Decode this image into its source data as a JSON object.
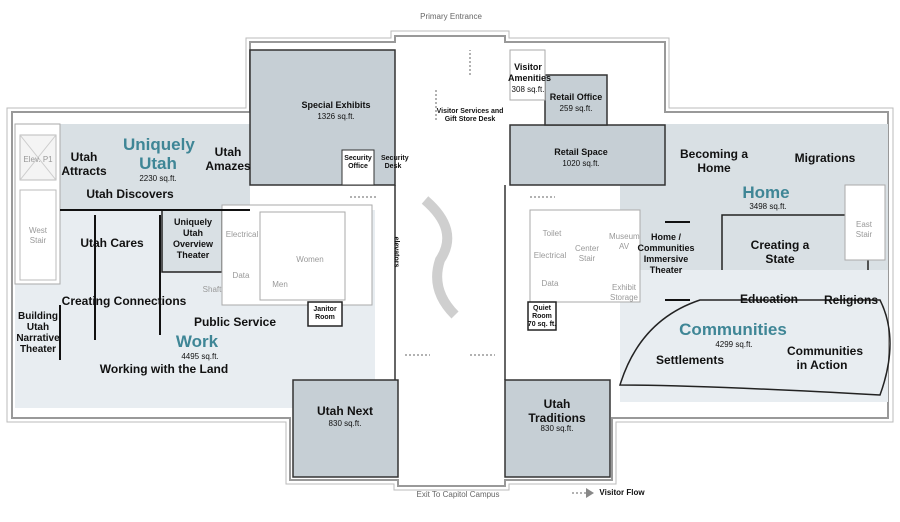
{
  "entrances": {
    "primary": "Primary Entrance",
    "exit": "Exit To Capitol Campus"
  },
  "legend": {
    "visitor_flow": "Visitor Flow"
  },
  "colors": {
    "zone": "#d9e0e4",
    "zone_light": "#e8edf1",
    "room_dark": "#c6cfd5",
    "heading": "#3f8696"
  },
  "zones": {
    "uniquely_utah": {
      "title": "Uniquely Utah",
      "area": "2230 sq.ft.",
      "exhibits": [
        "Utah Attracts",
        "Utah Amazes",
        "Utah Discovers",
        "Utah Cares",
        "Uniquely Utah Overview Theater"
      ]
    },
    "work": {
      "title": "Work",
      "area": "4495 sq.ft.",
      "exhibits": [
        "Creating Connections",
        "Public Service",
        "Building Utah Narrative Theater",
        "Working with the Land"
      ]
    },
    "home": {
      "title": "Home",
      "area": "3498 sq.ft.",
      "exhibits": [
        "Becoming a Home",
        "Migrations",
        "Creating a State",
        "Home / Communities Immersive Theater"
      ]
    },
    "communities": {
      "title": "Communities",
      "area": "4299 sq.ft.",
      "exhibits": [
        "Education",
        "Religions",
        "Settlements",
        "Communities in Action"
      ]
    }
  },
  "rooms": {
    "special_exhibits": {
      "name": "Special Exhibits",
      "area": "1326 sq.ft."
    },
    "visitor_amenities": {
      "name": "Visitor Amenities",
      "area": "308 sq.ft."
    },
    "retail_office": {
      "name": "Retail Office",
      "area": "259 sq.ft."
    },
    "retail_space": {
      "name": "Retail Space",
      "area": "1020 sq.ft."
    },
    "utah_next": {
      "name": "Utah Next",
      "area": "830 sq.ft."
    },
    "utah_traditions": {
      "name": "Utah Traditions",
      "area": "830 sq.ft."
    },
    "quiet_room": {
      "name": "Quiet Room",
      "area": "70 sq. ft."
    },
    "janitor": "Janitor Room",
    "security_office": "Security Office",
    "security_desk": "Security Desk",
    "visitor_services": "Visitor Services and Gift Store Desk",
    "elevators": "elevators"
  },
  "service": {
    "elev": "Elev. P1",
    "west_stair": "West Stair",
    "east_stair": "East Stair",
    "electrical": "Electrical",
    "data": "Data",
    "shaft": "Shaft",
    "men": "Men",
    "women": "Women",
    "toilet": "Toilet",
    "center_stair": "Center Stair",
    "museum_av": "Museum AV",
    "exhibit_storage": "Exhibit Storage"
  }
}
